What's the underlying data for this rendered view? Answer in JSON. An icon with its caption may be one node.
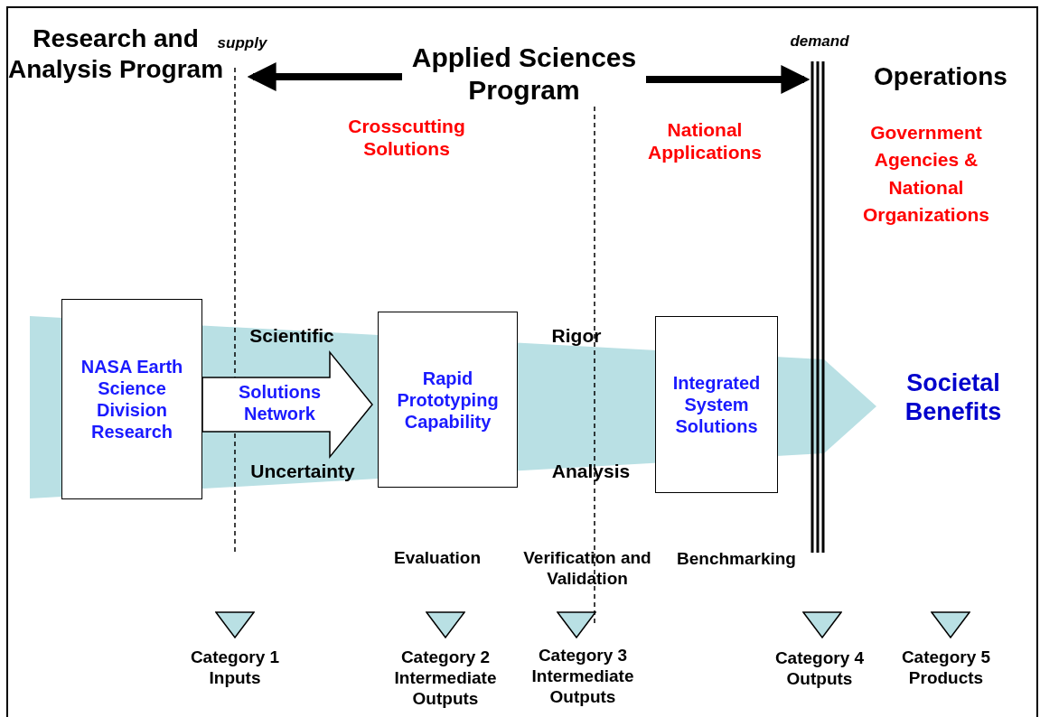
{
  "diagram": {
    "nodes": [
      {
        "text": [
          "Applied Sciences Program"
        ]
      },
      {
        "text": [
          "NASA Earth Science Division Research"
        ]
      },
      {
        "text": [
          "Rapid Prototyping Capability"
        ]
      },
      {
        "text": [
          "Integrated System Solutions"
        ]
      }
    ],
    "edges": [
      {
        "from": 0,
        "to": null,
        "arrow": "to"
      },
      {
        "from": 0,
        "to": null,
        "arrow": "to"
      },
      {
        "from": 1,
        "to": 2,
        "arrow": "to",
        "label": "Solutions Network"
      }
    ],
    "labels": [
      "Research and Analysis Program",
      "supply",
      "demand",
      "Operations",
      "Crosscutting Solutions",
      "National Applications",
      "Government Agencies & National Organizations",
      "Scientific",
      "Rigor",
      "Societal Benefits",
      "Uncertainty",
      "Analysis",
      "Evaluation",
      "Verification and Validation",
      "Benchmarking",
      "Category 1 Inputs",
      "Category 2 Intermediate Outputs",
      "Category 3 Intermediate Outputs",
      "Category 4 Outputs",
      "Category 5 Products"
    ]
  }
}
